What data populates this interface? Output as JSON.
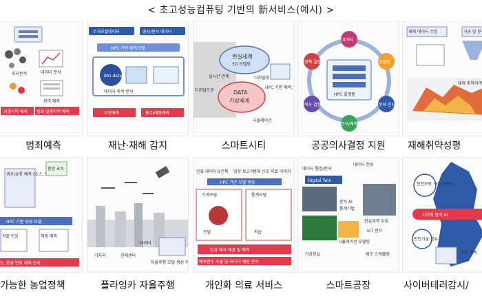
{
  "title": "< 초고성능컴퓨팅 기반의 新서비스(예시) >",
  "services": [
    {
      "name": "범죄예측",
      "texts": [
        "지리분석",
        "데이터 분석",
        "지역 예측",
        "위험지역 예측",
        "범죄 발생지역 예측"
      ]
    },
    {
      "name": "재난·재해 감지",
      "texts": [
        "수치모델데이터",
        "영상/센서 데이터",
        "HPC 기반 예측모델",
        "BIG data",
        "데이터 축적·분석",
        "지진예측",
        "홍수/태풍예측"
      ]
    },
    {
      "name": "스마트시티",
      "texts": [
        "현실세계",
        "3D 모델링",
        "DATA",
        "가상세계",
        "디지털트윈",
        "실시간 연계",
        "디지털화",
        "HPC 기반 예측, 도시관리",
        "시뮬레이션"
      ]
    },
    {
      "name": "공공의사결정 지원",
      "texts": [
        "데이터",
        "모델링",
        "문제 진단",
        "분석/예측",
        "의사 결정",
        "정책 결정",
        "HPC 플랫폼"
      ]
    },
    {
      "name": "재해취약성평",
      "texts": [
        "재해 데이터 수집",
        "가공 및 분석",
        "재해 취약지역"
      ]
    },
    {
      "name": "가능한 농업정책",
      "texts": [
        "환경 요소",
        "생산/유통 예측 (소스, 도구)",
        "HPC 기반 성장 모델",
        "작물 반응",
        "해충 예측",
        "식량 구조, 환경 변화 예측 단계"
      ]
    },
    {
      "name": "플라잉카 자율주행",
      "texts": [
        "기지국",
        "관제센터",
        "데이터",
        "자율주행 모델 생성 학습"
      ]
    },
    {
      "name": "개인화 의료 서비스",
      "texts": [
        "진료 데이터",
        "유전체",
        "임상 보고서",
        "생체 신호",
        "의료 이미지",
        "HPC 기반 모델 생성",
        "기계모델",
        "통계모델",
        "모델",
        "학습",
        "임상 해석 제공 및 예측",
        "예측변수 추출 및 데이터 패턴 분석"
      ]
    },
    {
      "name": "스마트공장",
      "texts": [
        "데이터 통합/분석",
        "데이터 전송",
        "Digital Twin",
        "분석 AI",
        "통계기법",
        "시뮬레이션 모델링",
        "현실세계 수집",
        "IoT 센서",
        "가상현실",
        "제조 스케줄링"
      ]
    },
    {
      "name": "사이버테러감시/",
      "texts": [
        "안전보장 시설 데이터",
        "사이버 방어 AI",
        "안전기술 공유",
        "위협 예측"
      ]
    }
  ]
}
